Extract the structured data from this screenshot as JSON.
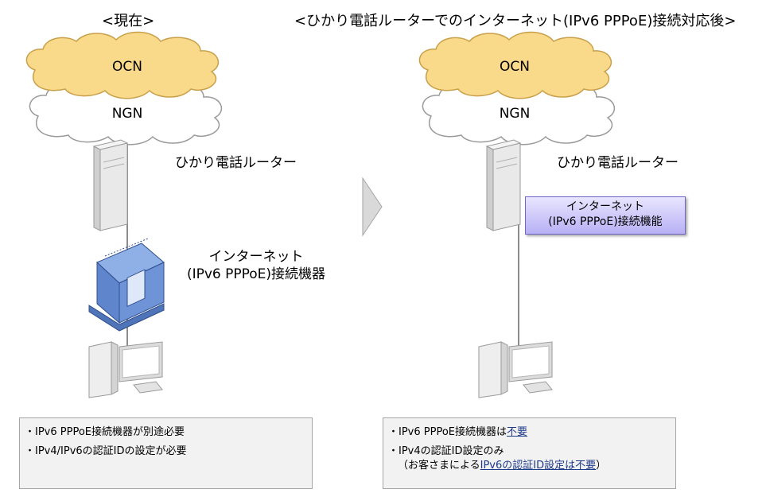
{
  "left": {
    "heading": "<現在>",
    "cloud_top": "OCN",
    "cloud_bottom": "NGN",
    "router_label": "ひかり電話ルーター",
    "device_label_line1": "インターネット",
    "device_label_line2": "(IPv6 PPPoE)接続機器",
    "notes": [
      "・IPv6 PPPoE接続機器が別途必要",
      "・IPv4/IPv6の認証IDの設定が必要"
    ]
  },
  "right": {
    "heading": "<ひかり電話ルーターでのインターネット(IPv6 PPPoE)接続対応後>",
    "cloud_top": "OCN",
    "cloud_bottom": "NGN",
    "router_label": "ひかり電話ルーター",
    "feature_line1": "インターネット",
    "feature_line2": "(IPv6 PPPoE)接続機能",
    "note1_prefix": "・IPv6 PPPoE接続機器は",
    "note1_link": "不要",
    "note2": "・IPv4の認証ID設定のみ",
    "note3_prefix": "（お客さまによる",
    "note3_link": "IPv6の認証ID設定は不要",
    "note3_suffix": "）"
  },
  "colors": {
    "cloud_ocn": "#f9d98a",
    "cloud_ngn": "#ffffff",
    "feature_box": "#c9c3f8",
    "device_blue": "#6e93d6",
    "note_bg": "#f2f2f2",
    "arrow": "#d9d9d9"
  }
}
